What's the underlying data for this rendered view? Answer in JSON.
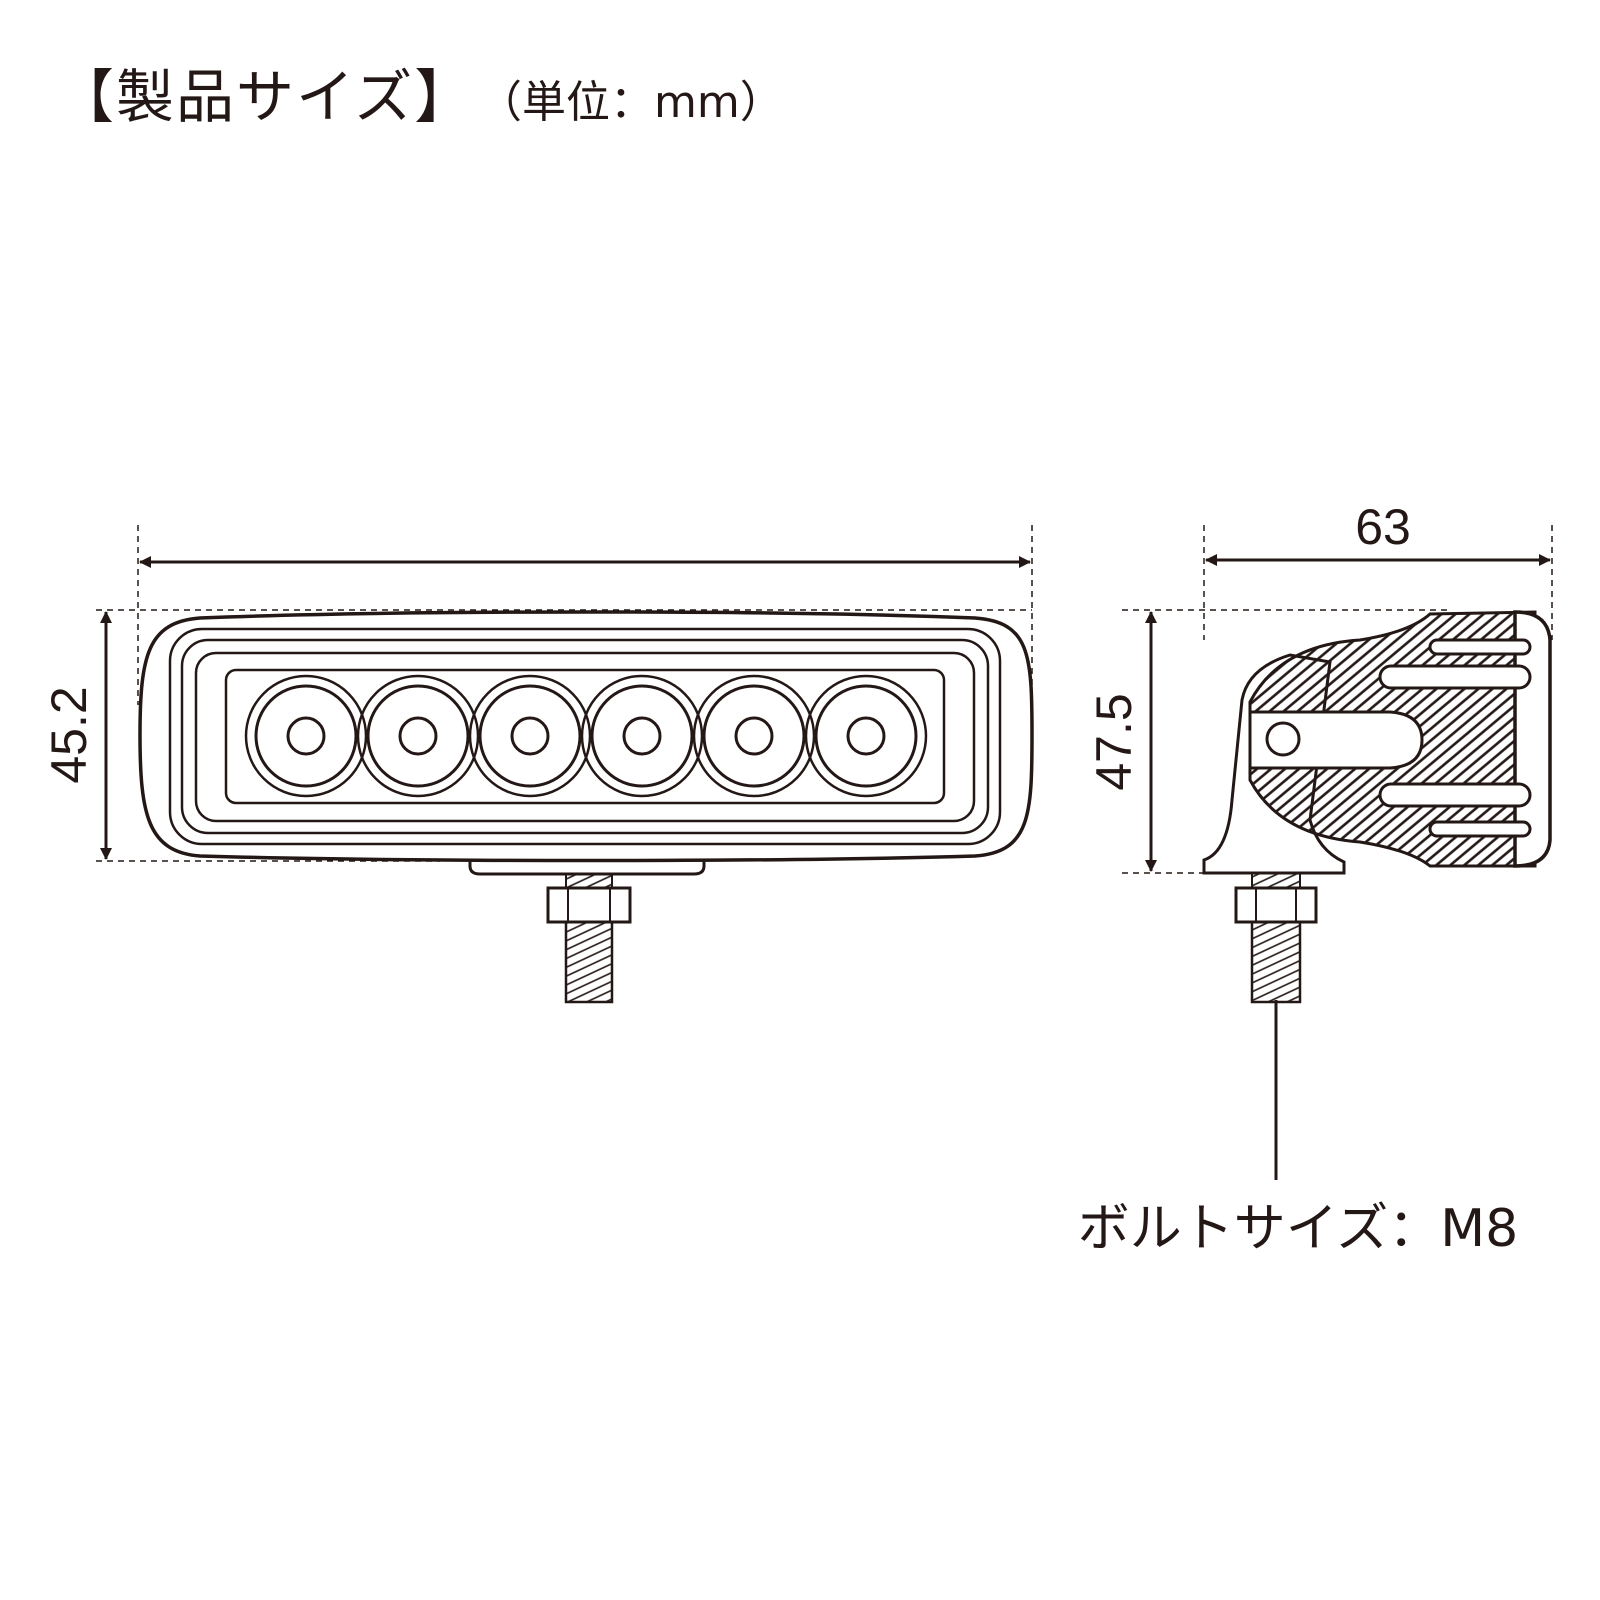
{
  "header": {
    "title": "【製品サイズ】",
    "unit_note": "（単位：mm）"
  },
  "front_view": {
    "height_label": "45.2",
    "led_count": 6
  },
  "side_view": {
    "width_label": "63",
    "height_label": "47.5"
  },
  "bolt": {
    "label": "ボルトサイズ：M8"
  },
  "colors": {
    "line": "#231815",
    "fill": "#ffffff"
  }
}
